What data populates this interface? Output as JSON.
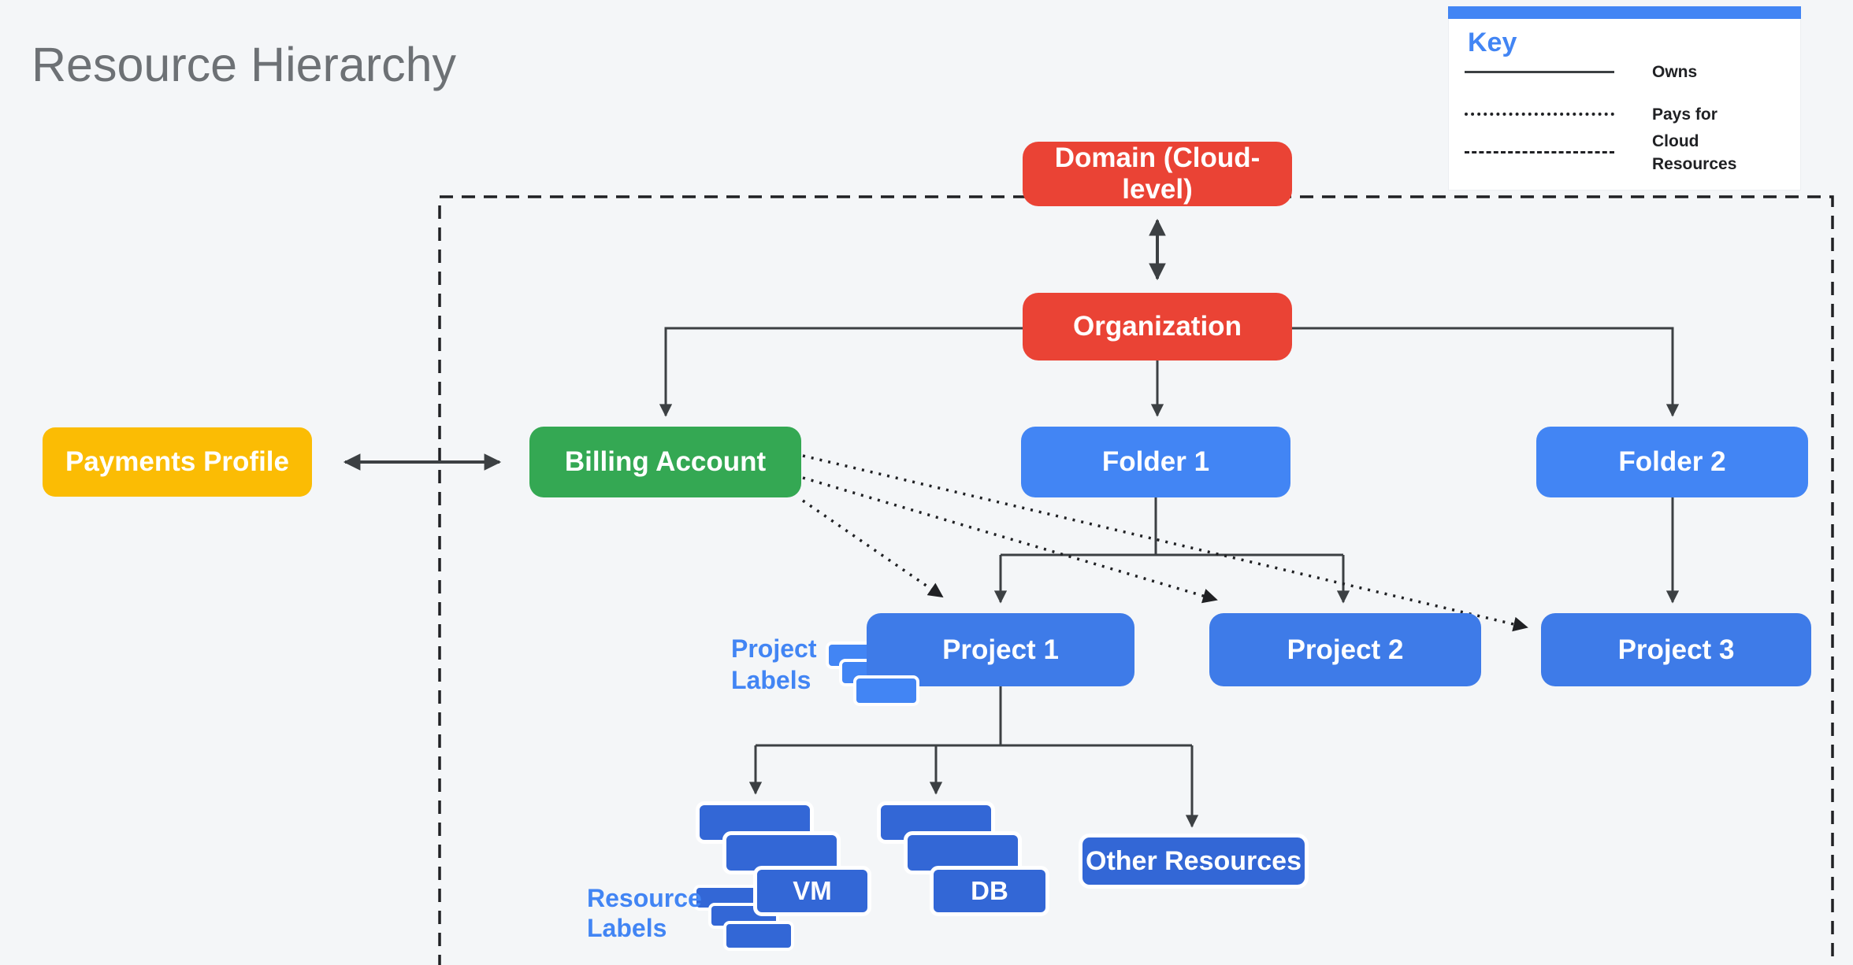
{
  "title": "Resource Hierarchy",
  "legend": {
    "title": "Key",
    "items": [
      {
        "style": "solid",
        "label": "Owns"
      },
      {
        "style": "dotted",
        "label": "Pays for"
      },
      {
        "style": "dashed",
        "label": "Cloud Resources"
      }
    ]
  },
  "nodes": {
    "payments_profile": {
      "label": "Payments Profile"
    },
    "billing_account": {
      "label": "Billing Account"
    },
    "domain": {
      "label": "Domain (Cloud-level)"
    },
    "organization": {
      "label": "Organization"
    },
    "folder1": {
      "label": "Folder 1"
    },
    "folder2": {
      "label": "Folder 2"
    },
    "project1": {
      "label": "Project 1"
    },
    "project2": {
      "label": "Project 2"
    },
    "project3": {
      "label": "Project 3"
    },
    "vm": {
      "label": "VM"
    },
    "db": {
      "label": "DB"
    },
    "other_resources": {
      "label": "Other Resources"
    }
  },
  "annotations": {
    "project_labels": "Project Labels",
    "resource_labels": "Resource Labels"
  },
  "palette": {
    "background": "#F4F6F8",
    "red": "#EA4335",
    "green": "#34A853",
    "yellow": "#FBBC04",
    "blue": "#4285F4",
    "project_blue": "#3E7BE8",
    "resource_blue": "#3367D6",
    "label_text_blue": "#4285F4",
    "connector_gray": "#3C4043",
    "dash_black": "#202124",
    "title_gray": "#6D7175",
    "node_text": "#FFFFFF",
    "legend_bg": "#FFFFFF"
  }
}
